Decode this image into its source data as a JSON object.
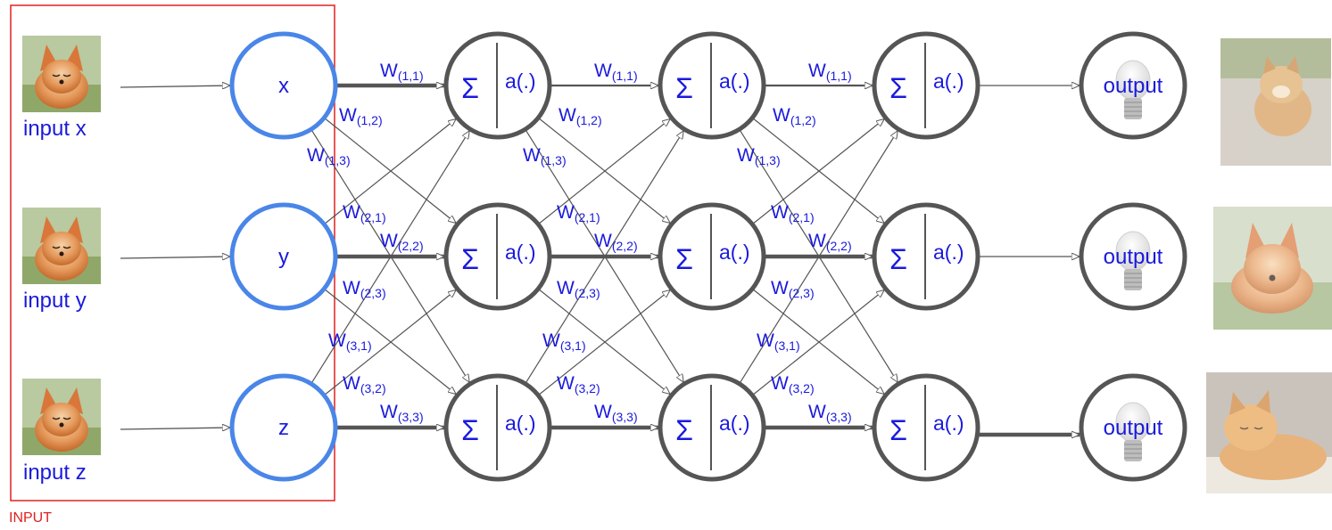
{
  "input_labels": [
    "input x",
    "input y",
    "input z"
  ],
  "input_nodes": [
    "x",
    "y",
    "z"
  ],
  "neuron": {
    "sum_symbol": "Σ",
    "activation": "a(.)"
  },
  "weight_letter": "W",
  "weight_indices": {
    "w11": "(1,1)",
    "w12": "(1,2)",
    "w13": "(1,3)",
    "w21": "(2,1)",
    "w22": "(2,2)",
    "w23": "(2,3)",
    "w31": "(3,1)",
    "w32": "(3,2)",
    "w33": "(3,3)"
  },
  "output_label": "output",
  "input_box_label": "INPUT",
  "colors": {
    "input_box": "#e02020",
    "input_node": "#4a86e8",
    "neuron": "#555555",
    "weight_text": "#1a1adc",
    "arrow": "#555555"
  }
}
